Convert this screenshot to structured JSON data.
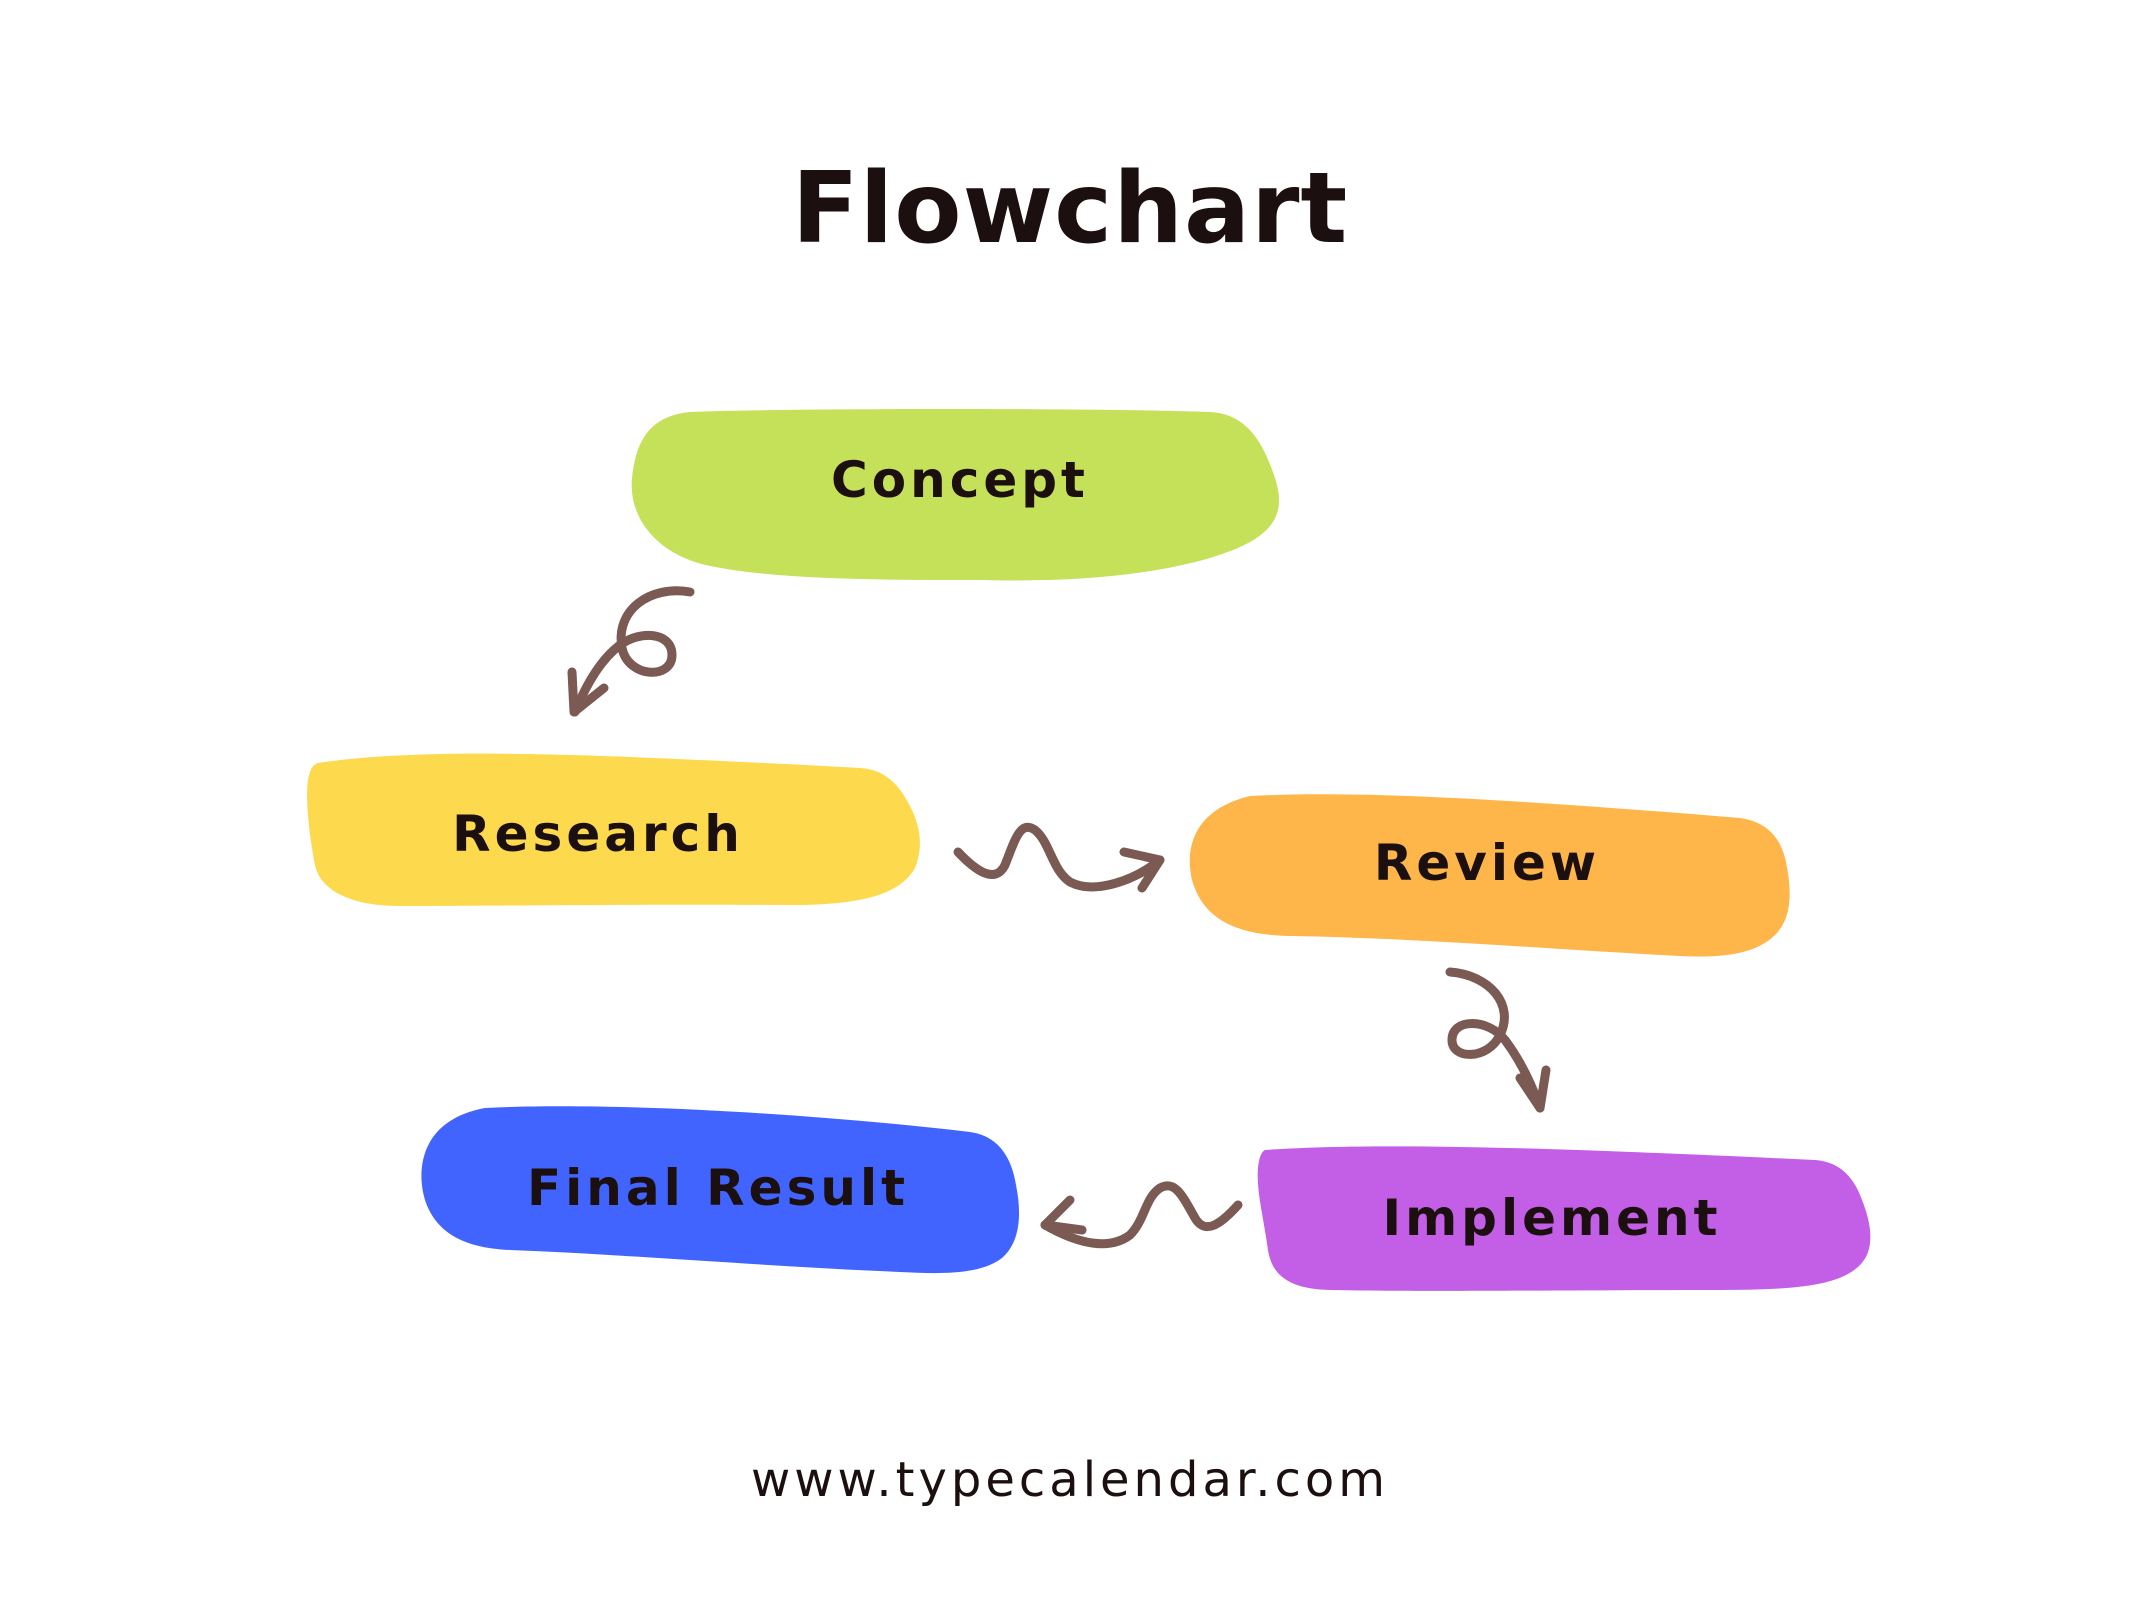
{
  "title": "Flowchart",
  "footer": "www.typecalendar.com",
  "colors": {
    "text": "#1c0f0f",
    "arrow": "#7a5a52",
    "concept": "#c5e15a",
    "research": "#fdd94e",
    "review": "#feb64a",
    "implement": "#c35ee6",
    "final_result": "#4264fe"
  },
  "nodes": {
    "concept": {
      "label": "Concept"
    },
    "research": {
      "label": "Research"
    },
    "review": {
      "label": "Review"
    },
    "implement": {
      "label": "Implement"
    },
    "final_result": {
      "label": "Final Result"
    }
  },
  "edges": [
    {
      "from": "Concept",
      "to": "Research"
    },
    {
      "from": "Research",
      "to": "Review"
    },
    {
      "from": "Review",
      "to": "Implement"
    },
    {
      "from": "Implement",
      "to": "Final Result"
    }
  ]
}
